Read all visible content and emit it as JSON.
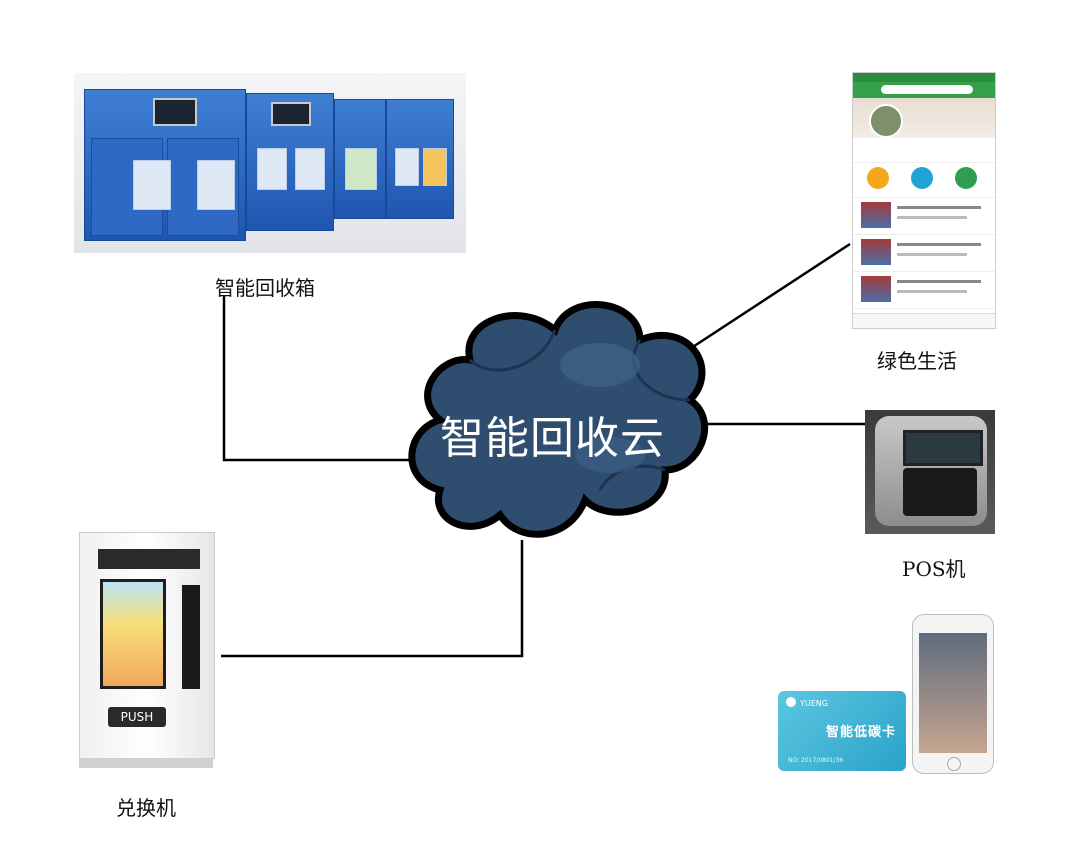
{
  "nodes": {
    "center": {
      "label": "智能回收云"
    },
    "recycle_box": {
      "label": "智能回收箱"
    },
    "green_life": {
      "label": "绿色生活"
    },
    "pos": {
      "label": "POS机"
    },
    "exchanger": {
      "label": "兑换机"
    }
  },
  "card": {
    "brand": "YUENG",
    "title": "智能低碳卡",
    "number": "NO: 2017/0801/36"
  },
  "kiosk": {
    "push_label": "PUSH"
  },
  "colors": {
    "cloud_fill": "#2f4d6e",
    "cloud_stroke": "#000000",
    "line": "#000000"
  }
}
